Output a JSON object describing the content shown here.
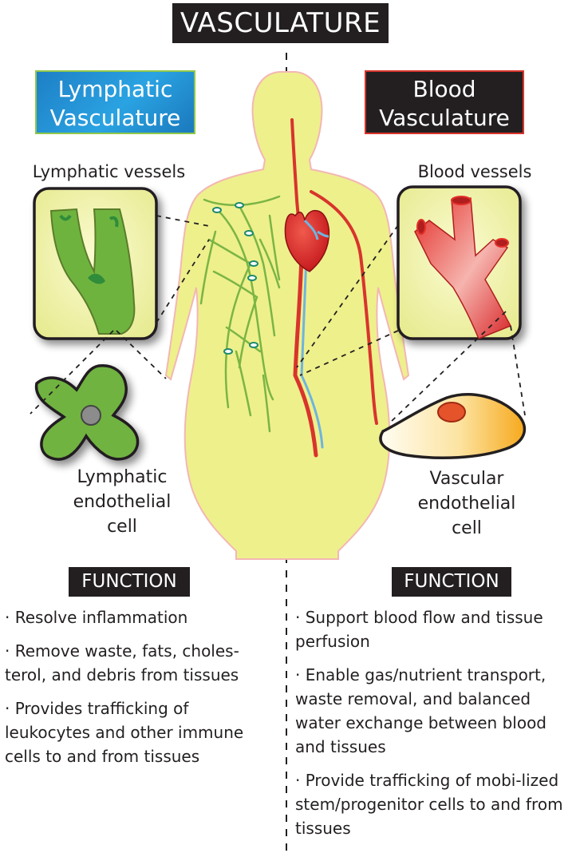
{
  "title": "VASCULATURE",
  "lymphatic": {
    "title_lines": [
      "Lymphatic",
      "Vasculature"
    ],
    "vessels_label": "Lymphatic vessels",
    "cell_label_lines": [
      "Lymphatic",
      "endothelial",
      "cell"
    ],
    "function_label": "FUNCTION",
    "functions": [
      "· Resolve inflammation",
      "· Remove waste, fats, choles-terol, and debris from tissues",
      "· Provides trafficking of leukocytes and other immune cells to and from tissues"
    ]
  },
  "blood": {
    "title_lines": [
      "Blood",
      "Vasculature"
    ],
    "vessels_label": "Blood vessels",
    "cell_label_lines": [
      "Vascular",
      "endothelial",
      "cell"
    ],
    "function_label": "FUNCTION",
    "functions": [
      "· Support blood flow and tissue perfusion",
      "· Enable gas/nutrient transport, waste removal, and balanced water exchange between blood and tissues",
      "· Provide trafficking of mobi-lized stem/progenitor cells to and from tissues"
    ]
  },
  "colors": {
    "lymphatic_title_bg": "#1e7fc6",
    "lymphatic_green": "#6fb33f",
    "blood_red": "#d8342c",
    "body_fill": "#eef08c",
    "body_outline": "#f3b7b4",
    "label_bg": "#231f20"
  }
}
